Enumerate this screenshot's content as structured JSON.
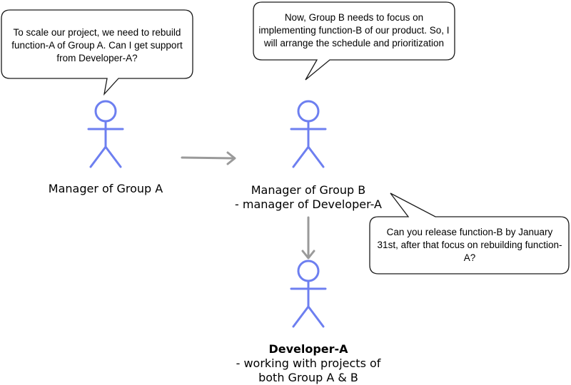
{
  "bubbles": {
    "manager_a": "To scale our project, we need to rebuild function-A of Group A. Can I get support from Developer-A?",
    "manager_b": "Now, Group B needs to focus on implementing function-B of our product. So, I will arrange the schedule and prioritization",
    "developer_request": "Can you release function-B by January 31st, after that focus on rebuilding function-A?"
  },
  "actors": {
    "manager_a": {
      "name": "Manager of Group A"
    },
    "manager_b": {
      "name": "Manager of Group B",
      "role": "- manager of Developer-A"
    },
    "developer_a": {
      "name": "Developer-A",
      "role_line1": "- working with projects of",
      "role_line2": "both Group A & B"
    }
  },
  "colors": {
    "actor_stroke": "#6d7ff0",
    "arrow": "#9a9a9a",
    "bubble_stroke": "#1a1a1a",
    "bubble_fill": "#ffffff"
  }
}
